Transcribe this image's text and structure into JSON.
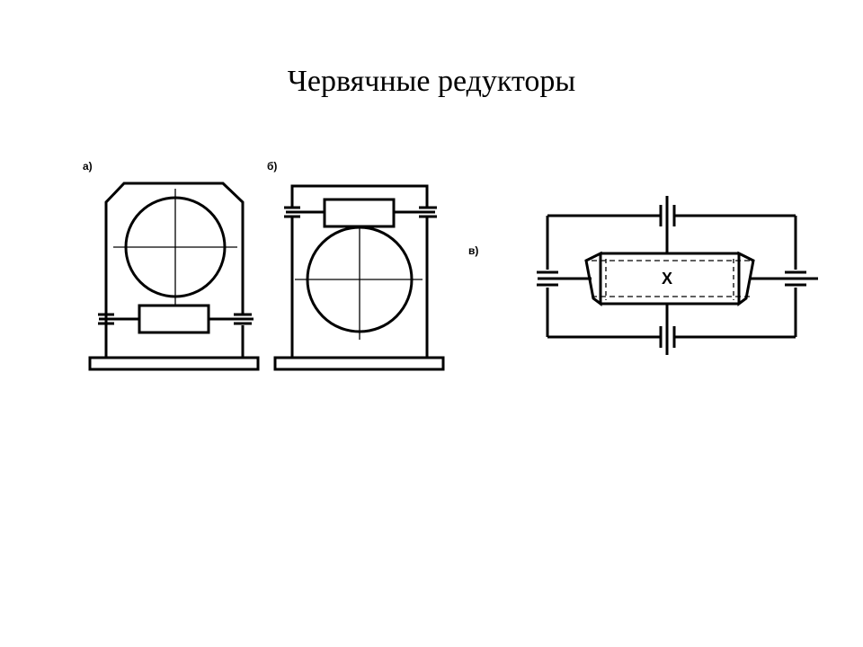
{
  "slide": {
    "title": "Червячные редукторы"
  },
  "figures": {
    "a": {
      "label": "а)"
    },
    "b": {
      "label": "б)"
    },
    "v": {
      "label": "в)",
      "worm_mark": "X"
    }
  }
}
